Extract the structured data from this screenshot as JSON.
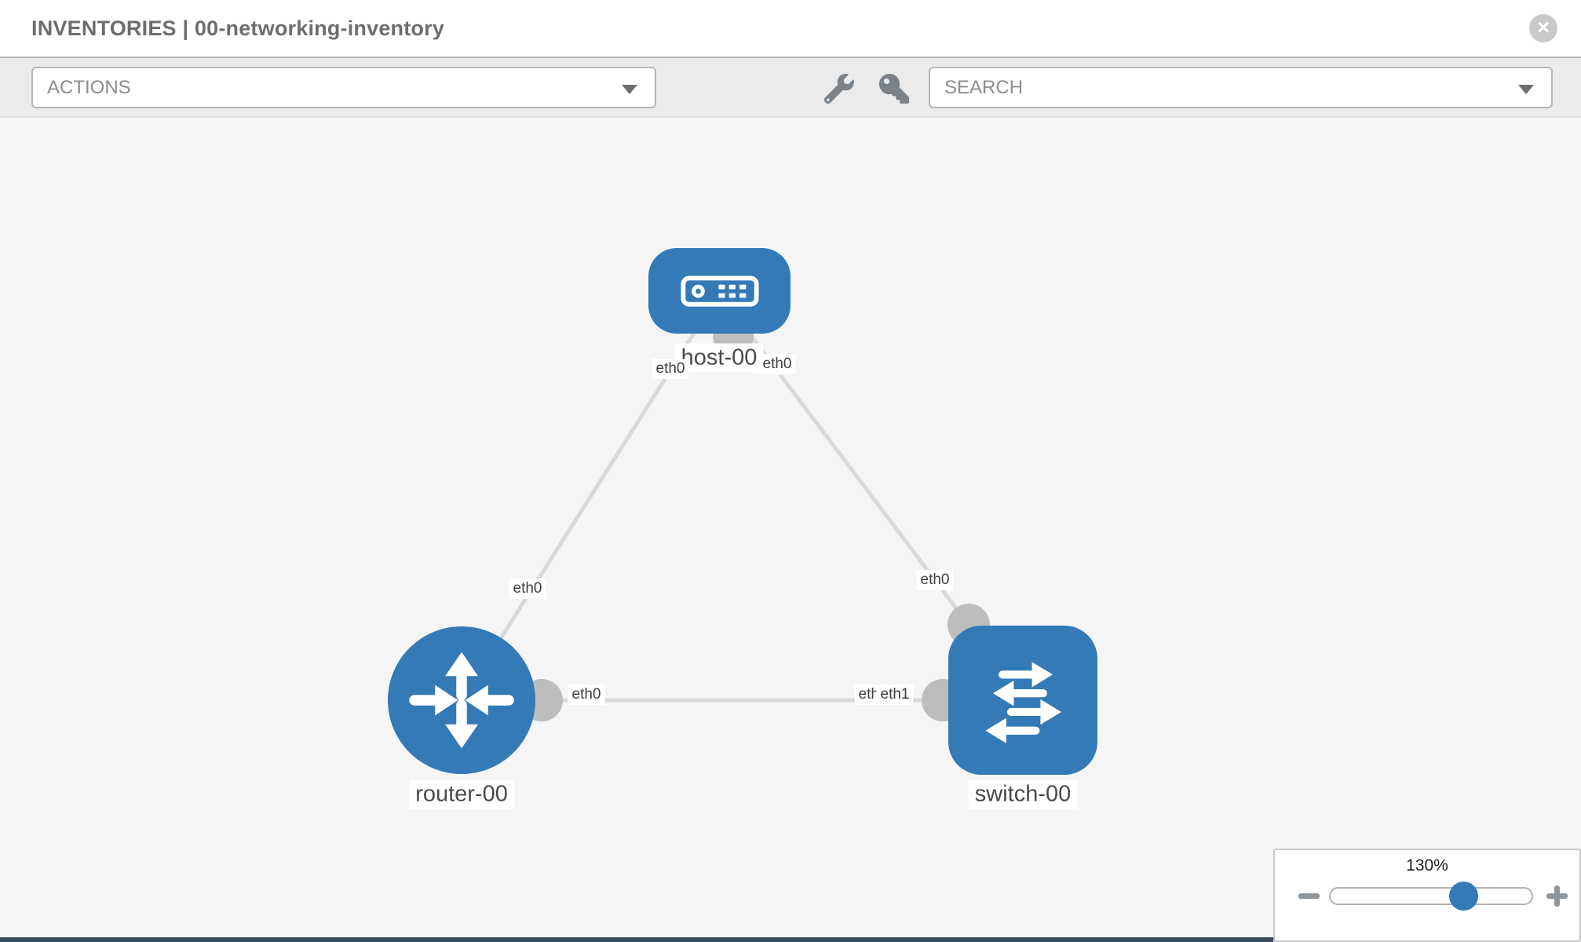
{
  "header": {
    "title": "INVENTORIES | 00-networking-inventory",
    "close_icon": "times-circle"
  },
  "toolbar": {
    "actions_label": "ACTIONS",
    "search_label": "SEARCH",
    "icons": [
      "wrench",
      "key"
    ]
  },
  "colors": {
    "node_blue": "#337ab7",
    "link_gray": "#d9d9d9",
    "connector_gray": "#bdbdbd",
    "canvas_bg": "#f5f5f5",
    "toolbar_bg": "#ebebeb"
  },
  "diagram": {
    "nodes": [
      {
        "id": "host-00",
        "label": "host-00",
        "type": "host",
        "shape": "rounded-rect"
      },
      {
        "id": "router-00",
        "label": "router-00",
        "type": "router",
        "shape": "circle"
      },
      {
        "id": "switch-00",
        "label": "switch-00",
        "type": "switch",
        "shape": "rounded-square"
      }
    ],
    "links": [
      {
        "from": "host-00",
        "to": "router-00",
        "from_label": "eth0",
        "to_label": "eth0"
      },
      {
        "from": "host-00",
        "to": "switch-00",
        "from_label": "eth0",
        "to_label": "eth0"
      },
      {
        "from": "router-00",
        "to": "switch-00",
        "from_label": "eth0",
        "to_label": "eth1",
        "to_label_overlapped": "eth0"
      }
    ]
  },
  "zoom_control": {
    "value": "130%",
    "percent": 130
  }
}
